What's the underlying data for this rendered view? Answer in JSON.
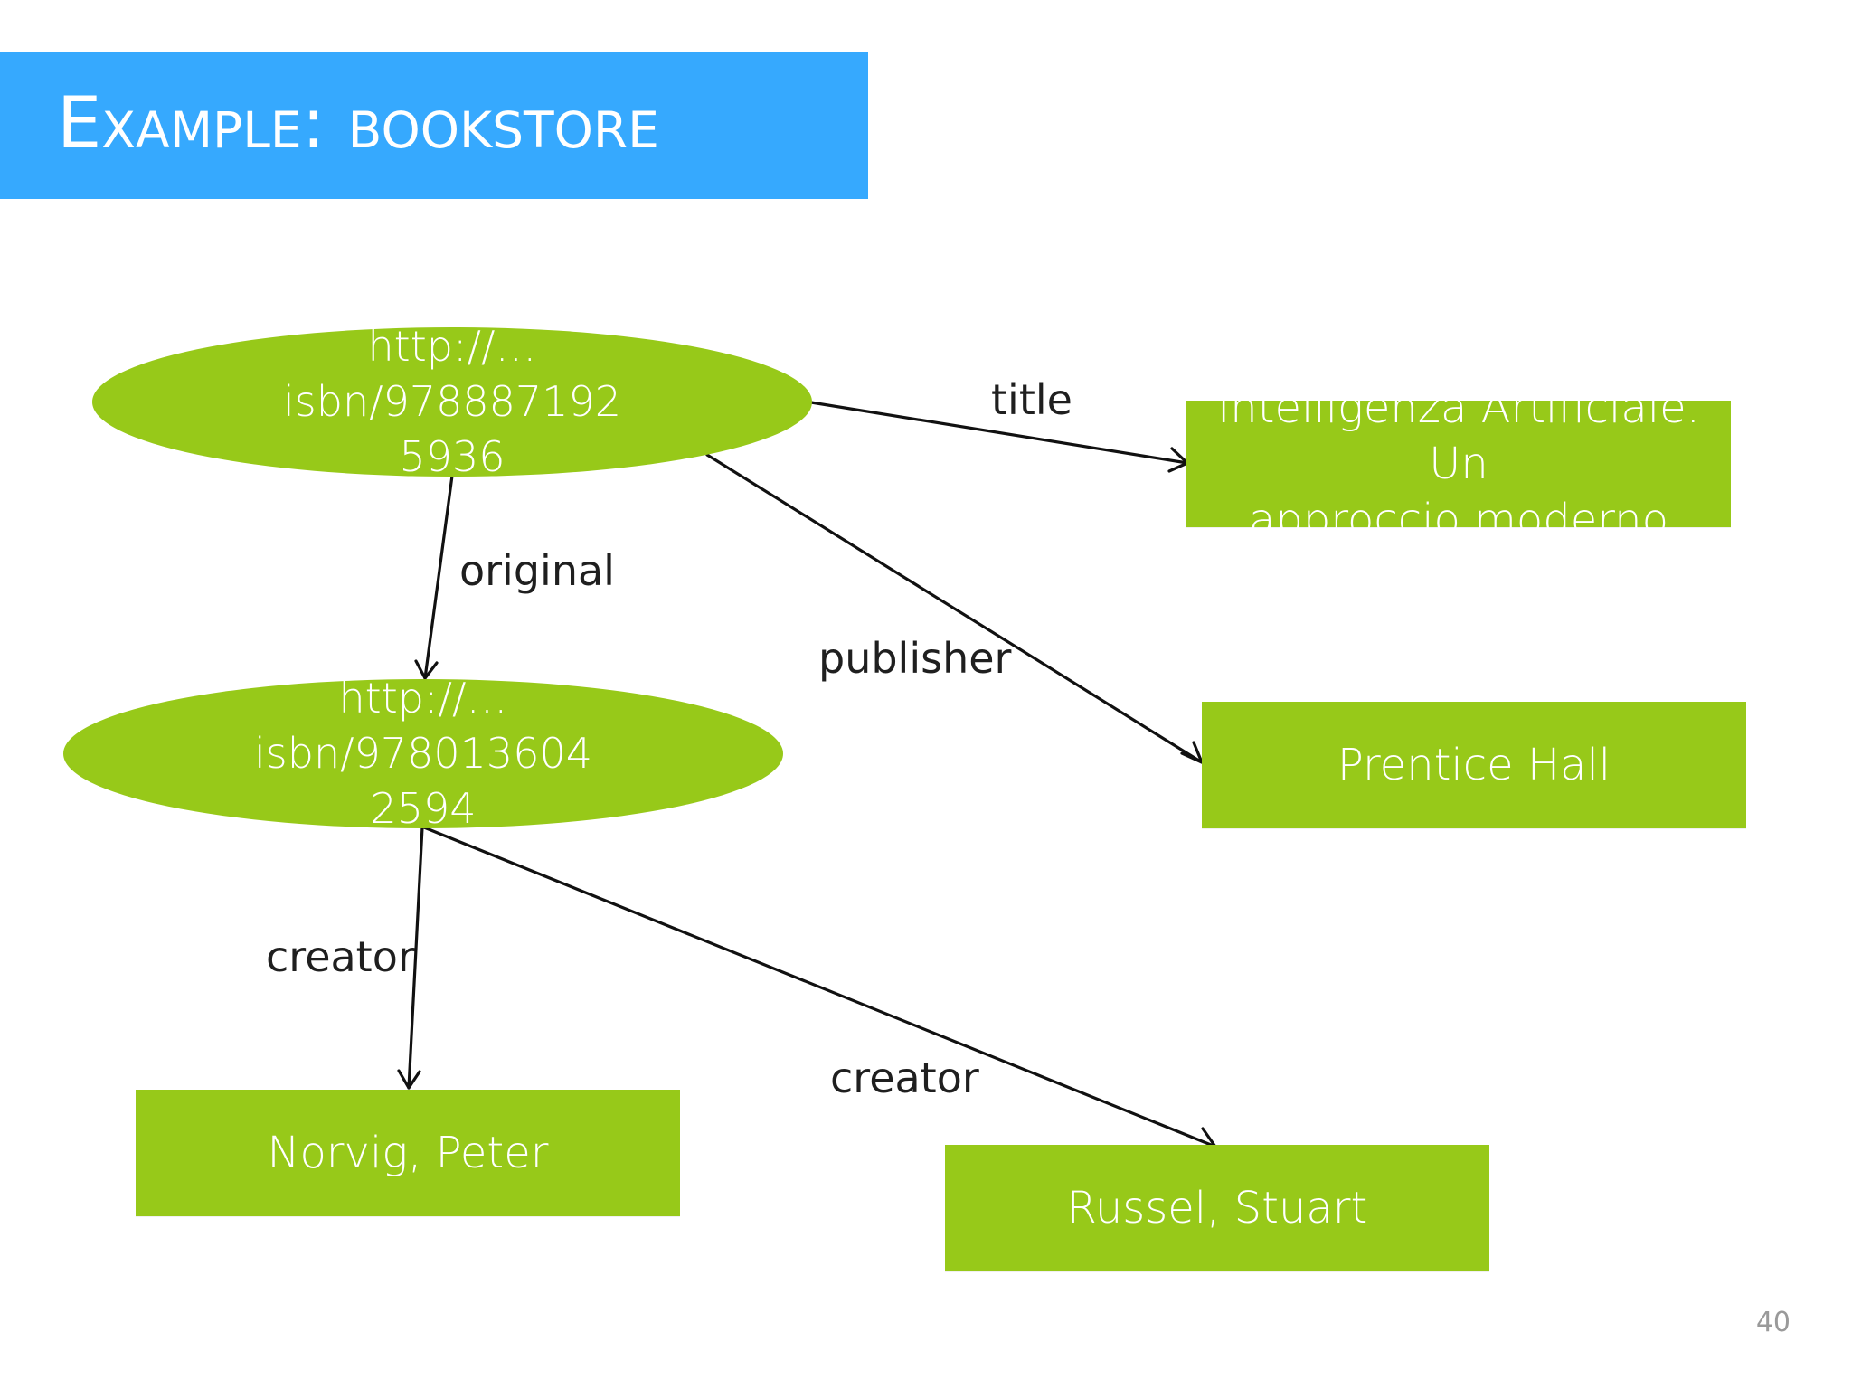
{
  "slide": {
    "title": "Example: bookstore",
    "page_number": "40"
  },
  "nodes": {
    "book_it": {
      "line1": "http://…isbn/978887192",
      "line2": "5936"
    },
    "book_original": {
      "line1": "http://…isbn/978013604",
      "line2": "2594"
    },
    "title_value": {
      "line1": "Intelligenza Artificiale. Un",
      "line2": "approccio moderno"
    },
    "publisher_value": "Prentice Hall",
    "creator_norvig": "Norvig, Peter",
    "creator_russel": "Russel, Stuart"
  },
  "edges": {
    "title": "title",
    "original": "original",
    "publisher": "publisher",
    "creator_1": "creator",
    "creator_2": "creator"
  },
  "colors": {
    "header": "#36a9fe",
    "node_fill": "#97c919",
    "edge": "#111111"
  }
}
